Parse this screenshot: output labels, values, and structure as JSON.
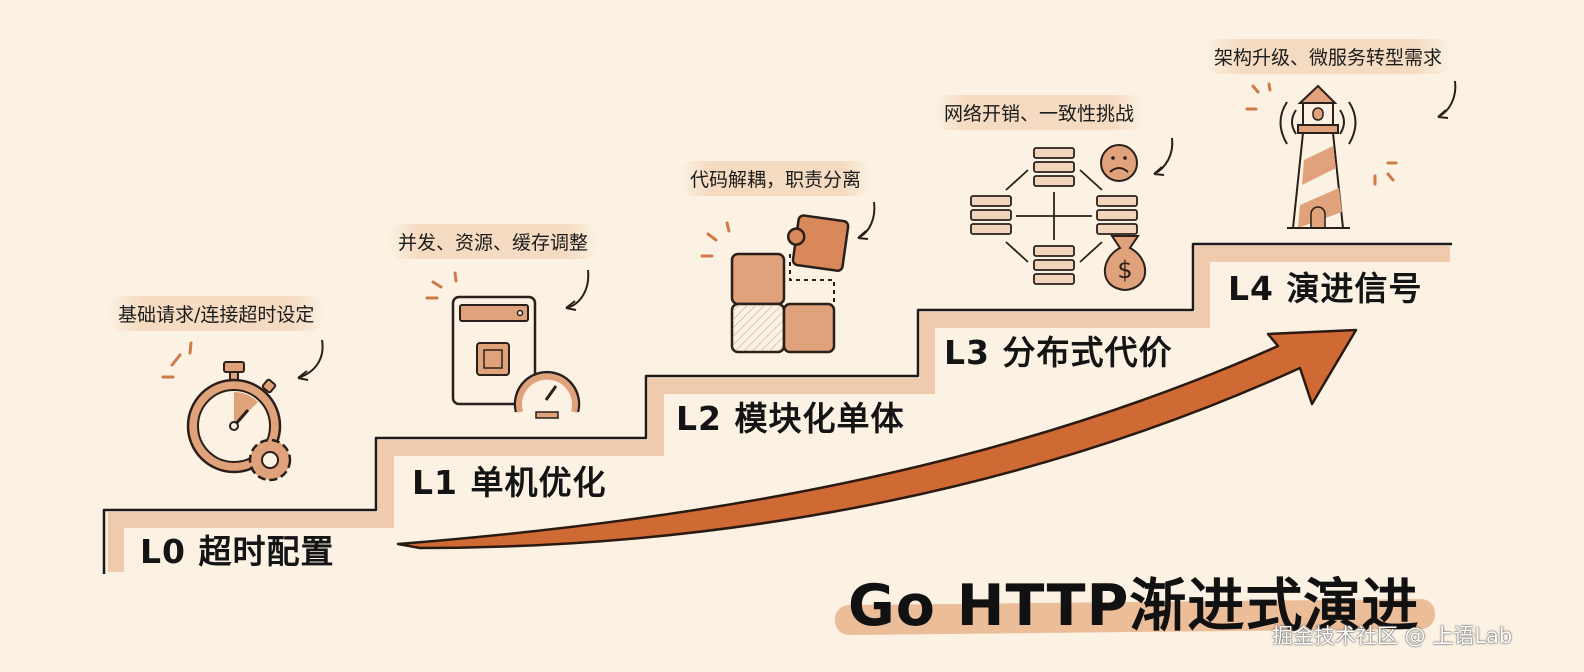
{
  "title": "Go HTTP渐进式演进",
  "watermark": "掘金技术社区 @ 上语Lab",
  "colors": {
    "background": "#fbf2e3",
    "accent": "#e0a27a",
    "accent_dark": "#d06a35",
    "stroke": "#2a1f1a",
    "note_highlight": "#f0c8a5"
  },
  "levels": [
    {
      "id": "L0",
      "label": "L0 超时配置",
      "note": "基础请求/连接超时设定",
      "icon": "stopwatch-gear-icon"
    },
    {
      "id": "L1",
      "label": "L1 单机优化",
      "note": "并发、资源、缓存调整",
      "icon": "server-cpu-gauge-icon"
    },
    {
      "id": "L2",
      "label": "L2 模块化单体",
      "note": "代码解耦，职责分离",
      "icon": "puzzle-icon"
    },
    {
      "id": "L3",
      "label": "L3 分布式代价",
      "note": "网络开销、一致性挑战",
      "icon": "distributed-servers-icon"
    },
    {
      "id": "L4",
      "label": "L4 演进信号",
      "note": "架构升级、微服务转型需求",
      "icon": "lighthouse-icon"
    }
  ],
  "arrow": {
    "direction": "up-right",
    "meaning": "progression"
  }
}
